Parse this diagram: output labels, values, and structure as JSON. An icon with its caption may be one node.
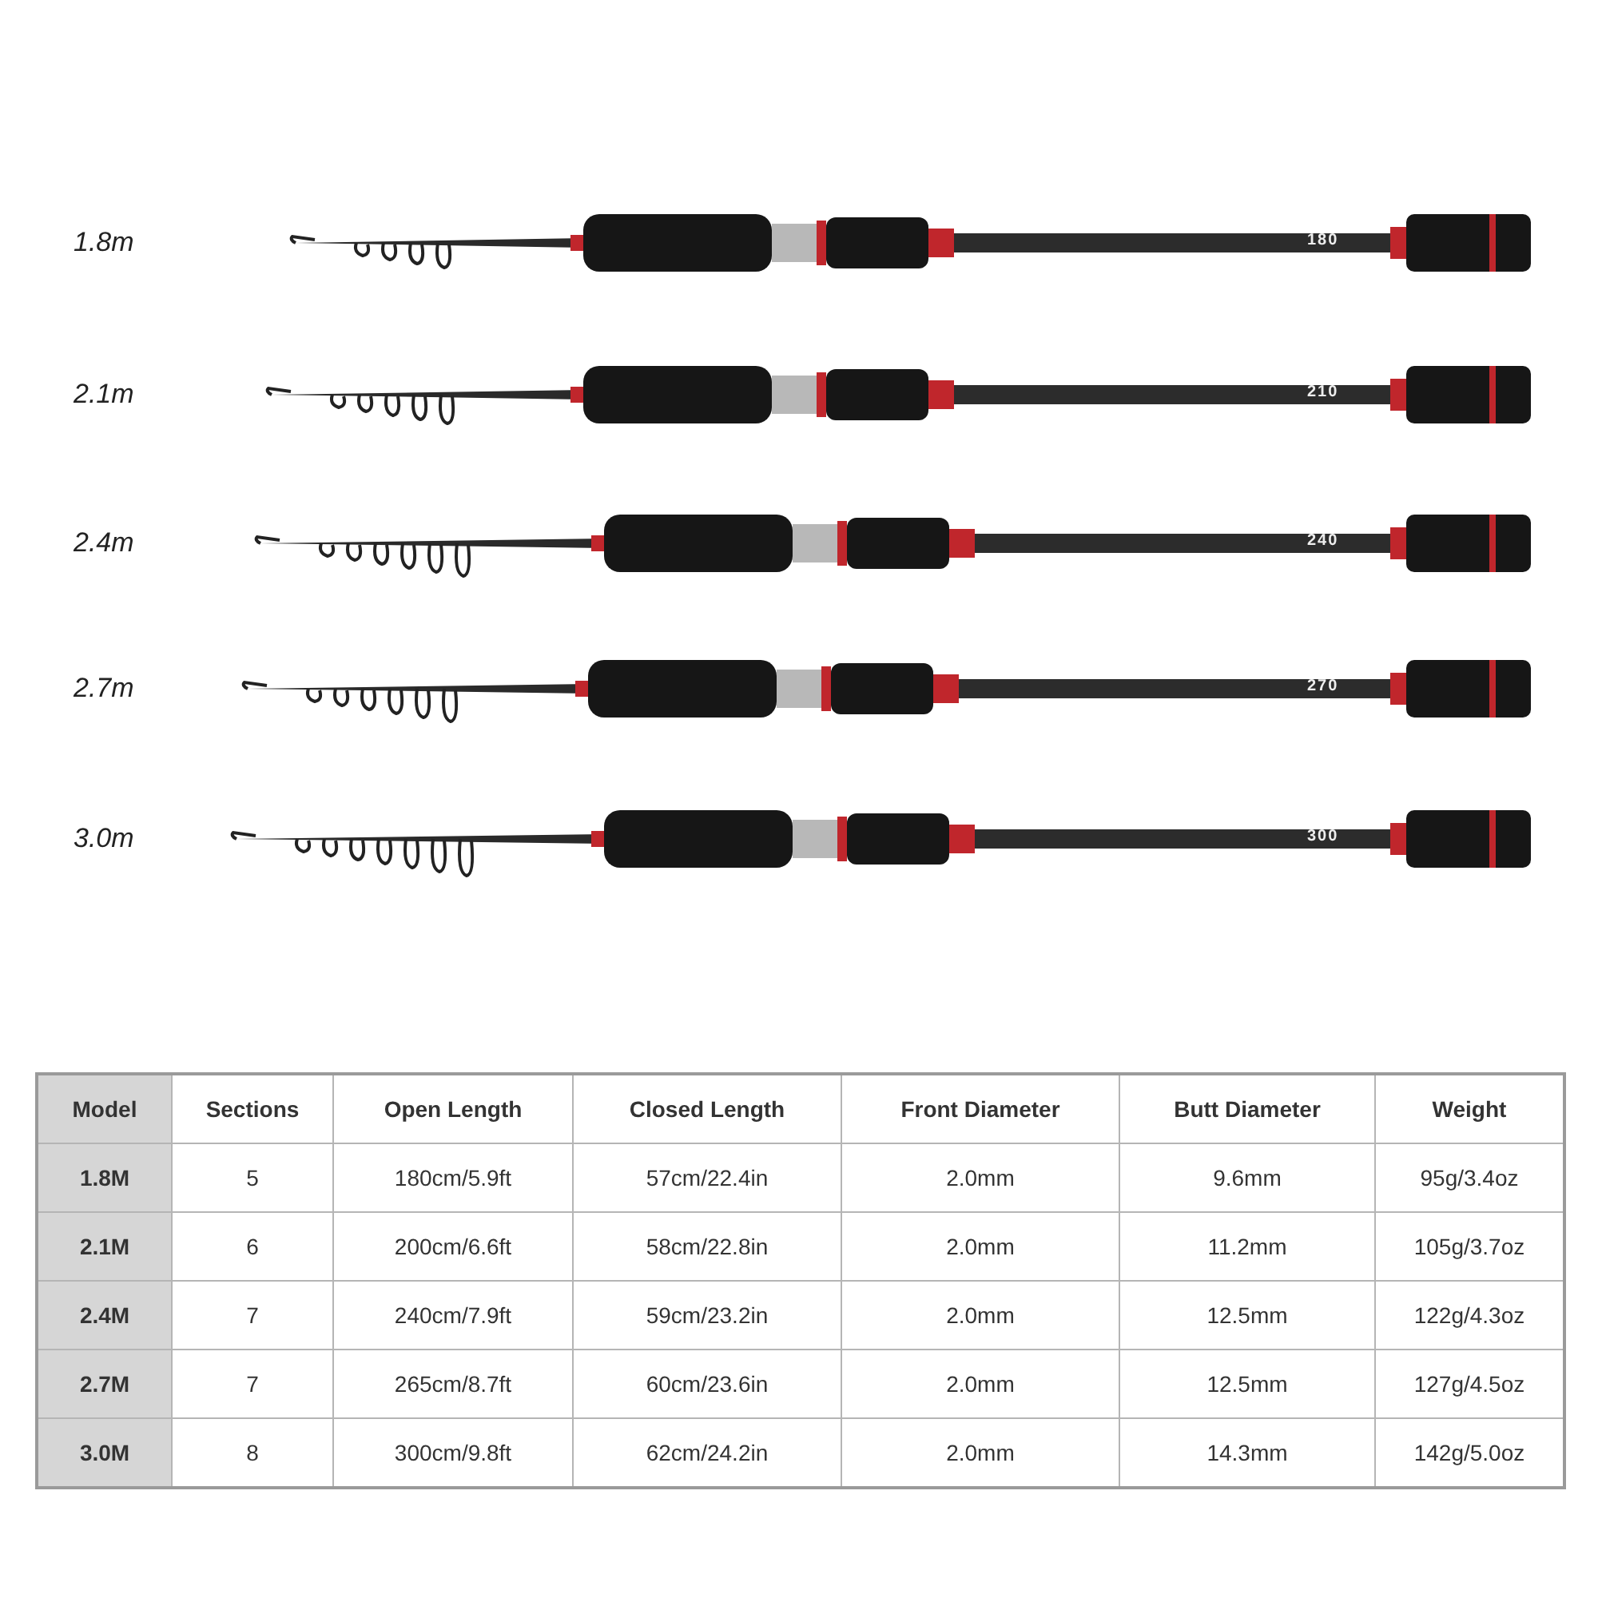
{
  "diagram": {
    "labels": [
      "1.8m",
      "180",
      "2.1m",
      "210",
      "2.4m",
      "240",
      "2.7m",
      "270",
      "3.0m",
      "300",
      "Model",
      "Sections",
      "Open Length",
      "Closed Length",
      "Front Diameter",
      "Butt Diameter",
      "Weight",
      "1.8M",
      "5",
      "180cm/5.9ft",
      "57cm/22.4in",
      "2.0mm",
      "9.6mm",
      "95g/3.4oz",
      "2.1M",
      "6",
      "200cm/6.6ft",
      "58cm/22.8in",
      "2.0mm",
      "11.2mm",
      "105g/3.7oz",
      "2.4M",
      "7",
      "240cm/7.9ft",
      "59cm/23.2in",
      "2.0mm",
      "12.5mm",
      "122g/4.3oz",
      "2.7M",
      "7",
      "265cm/8.7ft",
      "60cm/23.6in",
      "2.0mm",
      "12.5mm",
      "127g/4.5oz",
      "3.0M",
      "8",
      "300cm/9.8ft",
      "62cm/24.2in",
      "2.0mm",
      "14.3mm",
      "142g/5.0oz"
    ]
  }
}
